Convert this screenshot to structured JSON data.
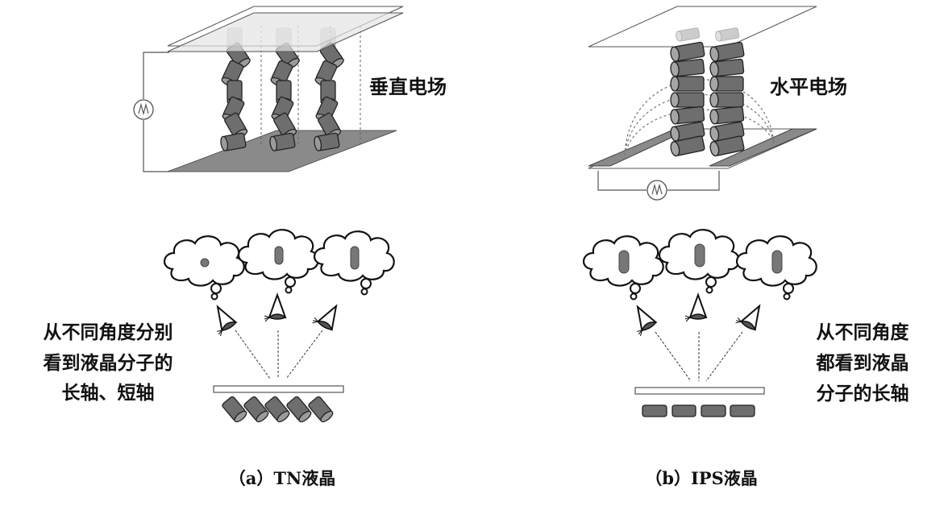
{
  "panels": [
    {
      "id": "a",
      "caption": "（a）TN液晶",
      "field_label": "垂直电场",
      "description_lines": [
        "从不同角度分别",
        "看到液晶分子的",
        "长轴、短轴"
      ],
      "columns": 3,
      "perceived_shapes": [
        "dot",
        "short-pill",
        "long-pill"
      ]
    },
    {
      "id": "b",
      "caption": "（b）IPS液晶",
      "field_label": "水平电场",
      "description_lines": [
        "从不同角度",
        "都看到液晶",
        "分子的长轴"
      ],
      "columns": 2,
      "perceived_shapes": [
        "long-pill",
        "long-pill",
        "long-pill"
      ]
    }
  ],
  "colors": {
    "molecule_fill": "#6e6e6e",
    "molecule_faded": "#c8c8c8",
    "bottom_plate": "#8a8a8a",
    "top_plate_tint": "#e4e4e4",
    "line": "#444444"
  }
}
